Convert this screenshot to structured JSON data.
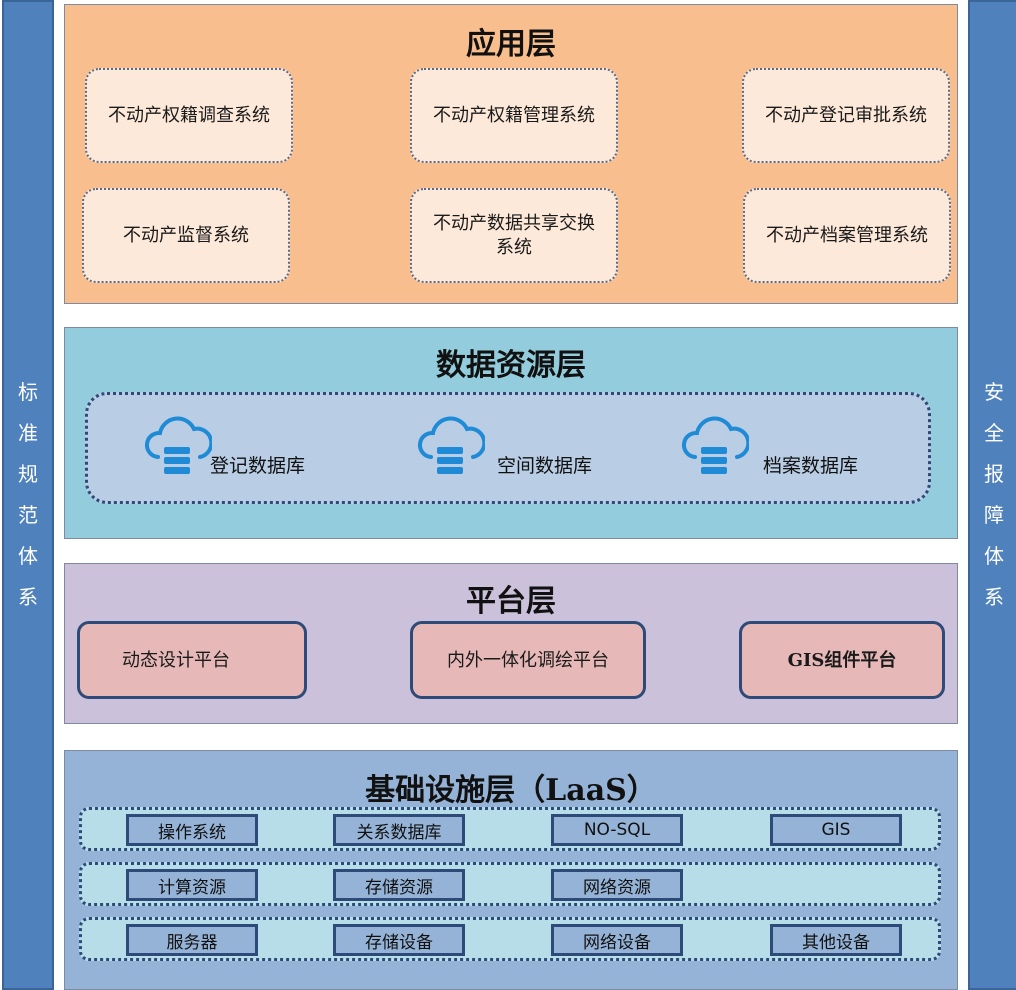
{
  "left_sidebar": {
    "label": "标准规范体系"
  },
  "right_sidebar": {
    "label": "安全报障体系"
  },
  "application_layer": {
    "title": "应用层",
    "systems": [
      "不动产权籍调查系统",
      "不动产权籍管理系统",
      "不动产登记审批系统",
      "不动产监督系统",
      "不动产数据共享交换系统",
      "不动产档案管理系统"
    ]
  },
  "data_layer": {
    "title": "数据资源层",
    "databases": [
      "登记数据库",
      "空间数据库",
      "档案数据库"
    ],
    "icon": "cloud-database-icon",
    "icon_color": "#1f8ad6"
  },
  "platform_layer": {
    "title": "平台层",
    "platforms": [
      "动态设计平台",
      "内外一体化调绘平台",
      "GIS组件平台"
    ]
  },
  "infrastructure_layer": {
    "title": "基础设施层（LaaS）",
    "rows": [
      [
        "操作系统",
        "关系数据库",
        "NO-SQL",
        "GIS"
      ],
      [
        "计算资源",
        "存储资源",
        "网络资源"
      ],
      [
        "服务器",
        "存储设备",
        "网络设备",
        "其他设备"
      ]
    ]
  },
  "colors": {
    "application_bg": "#f8be8e",
    "application_box": "#fde9d9",
    "data_bg": "#93cddd",
    "data_inner": "#b9cde5",
    "platform_bg": "#ccc1da",
    "platform_box": "#e6b9b8",
    "infrastructure_bg": "#95b3d7",
    "infrastructure_row": "#b7dee8",
    "sidebar": "#4f81bd"
  }
}
